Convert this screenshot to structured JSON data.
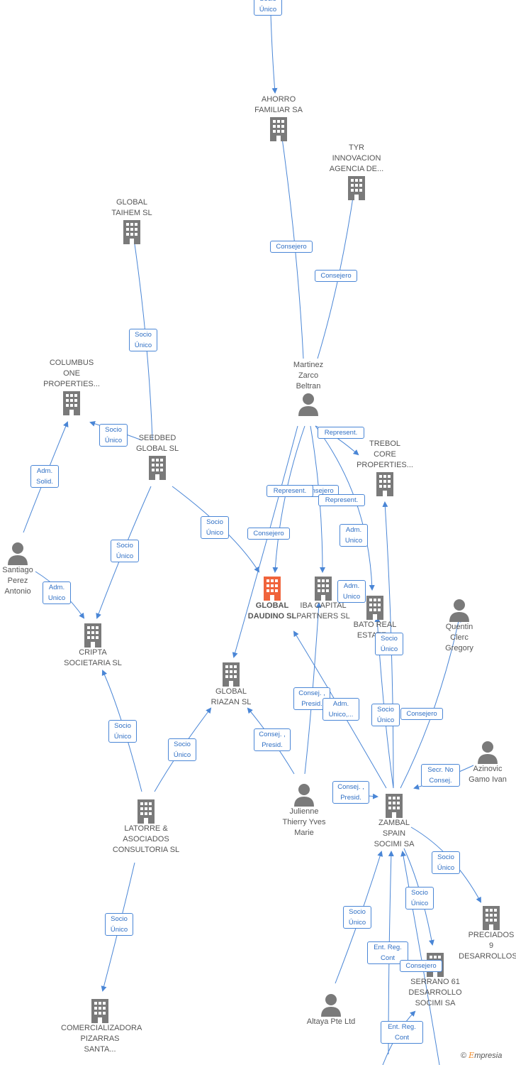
{
  "colors": {
    "edge": "#4a86d6",
    "node": "#7a7a7a",
    "main": "#f0643c",
    "badge_text": "#2f6fc4"
  },
  "nodes": [
    {
      "id": "ahorro",
      "label": "AHORRO\nFAMILIAR SA",
      "type": "company"
    },
    {
      "id": "tyr",
      "label": "TYR\nINNOVACION\nAGENCIA DE...",
      "type": "company"
    },
    {
      "id": "taihem",
      "label": "GLOBAL\nTAIHEM SL",
      "type": "company"
    },
    {
      "id": "columbus",
      "label": "COLUMBUS\nONE\nPROPERTIES...",
      "type": "company"
    },
    {
      "id": "seedbed",
      "label": "SEEDBED\nGLOBAL  SL",
      "type": "company"
    },
    {
      "id": "martinez",
      "label": "Martinez\nZarco\nBeltran",
      "type": "person"
    },
    {
      "id": "trebol",
      "label": "TREBOL\nCORE\nPROPERTIES...",
      "type": "company"
    },
    {
      "id": "santiago",
      "label": "Santiago\nPerez\nAntonio",
      "type": "person"
    },
    {
      "id": "daudino",
      "label": "GLOBAL\nDAUDINO  SL",
      "type": "main"
    },
    {
      "id": "iba",
      "label": "IBA CAPITAL\nPARTNERS  SL",
      "type": "company"
    },
    {
      "id": "bato",
      "label": "BATO REAL\nESTATE...",
      "type": "company"
    },
    {
      "id": "quentin",
      "label": "Quentin\nClerc\nGregory",
      "type": "person"
    },
    {
      "id": "cripta",
      "label": "CRIPTA\nSOCIETARIA  SL",
      "type": "company"
    },
    {
      "id": "riazan",
      "label": "GLOBAL\nRIAZAN  SL",
      "type": "company"
    },
    {
      "id": "azinovic",
      "label": "Azinovic\nGamo Ivan",
      "type": "person"
    },
    {
      "id": "latorre",
      "label": "LATORRE &\nASOCIADOS\nCONSULTORIA SL",
      "type": "company"
    },
    {
      "id": "julienne",
      "label": "Julienne\nThierry Yves\nMarie",
      "type": "person"
    },
    {
      "id": "zambal",
      "label": "ZAMBAL\nSPAIN\nSOCIMI SA",
      "type": "company"
    },
    {
      "id": "preciados",
      "label": "PRECIADOS\n9\nDESARROLLOS...",
      "type": "company"
    },
    {
      "id": "serrano",
      "label": "SERRANO 61\nDESARROLLO\nSOCIMI SA",
      "type": "company"
    },
    {
      "id": "altaya",
      "label": "Altaya Pte Ltd",
      "type": "person"
    },
    {
      "id": "comercializadora",
      "label": "COMERCIALIZADORA\nPIZARRAS\nSANTA...",
      "type": "company"
    }
  ],
  "relations": [
    {
      "id": "r_top",
      "label": "Socio\nÚnico"
    },
    {
      "id": "r_ahorro",
      "label": "Consejero"
    },
    {
      "id": "r_tyr",
      "label": "Consejero"
    },
    {
      "id": "r_taihem",
      "label": "Socio\nÚnico"
    },
    {
      "id": "r_columbus",
      "label": "Socio\nÚnico"
    },
    {
      "id": "r_adm_solid",
      "label": "Adm.\nSolid."
    },
    {
      "id": "r_trebol",
      "label": "Represent."
    },
    {
      "id": "r_consejero_hidden",
      "label": "Consejero"
    },
    {
      "id": "r_represent2",
      "label": "Represent."
    },
    {
      "id": "r_represent3",
      "label": "Represent."
    },
    {
      "id": "r_consejero_daud",
      "label": "Consejero"
    },
    {
      "id": "r_adm_unico_iba",
      "label": "Adm.\nUnico"
    },
    {
      "id": "r_adm_unico_bato",
      "label": "Adm.\nUnico"
    },
    {
      "id": "r_socio_cripta",
      "label": "Socio\nÚnico"
    },
    {
      "id": "r_socio_daud",
      "label": "Socio\nÚnico"
    },
    {
      "id": "r_adm_unico_cripta",
      "label": "Adm.\nUnico"
    },
    {
      "id": "r_socio_bato",
      "label": "Socio\nÚnico"
    },
    {
      "id": "r_consej_presid_iba",
      "label": "Consej. ,\nPresid."
    },
    {
      "id": "r_adm_unico_z",
      "label": "Adm.\nUnico,..."
    },
    {
      "id": "r_socio_trebol",
      "label": "Socio\nÚnico"
    },
    {
      "id": "r_consejero_q",
      "label": "Consejero"
    },
    {
      "id": "r_socio_latorre_cripta",
      "label": "Socio\nÚnico"
    },
    {
      "id": "r_socio_latorre_riazan",
      "label": "Socio\nÚnico"
    },
    {
      "id": "r_consej_presid_riazan",
      "label": "Consej. ,\nPresid."
    },
    {
      "id": "r_secr",
      "label": "Secr.  No\nConsej."
    },
    {
      "id": "r_consej_presid_z",
      "label": "Consej. ,\nPresid."
    },
    {
      "id": "r_socio_preciados",
      "label": "Socio\nÚnico"
    },
    {
      "id": "r_socio_serrano",
      "label": "Socio\nÚnico"
    },
    {
      "id": "r_socio_altaya",
      "label": "Socio\nÚnico"
    },
    {
      "id": "r_ent_reg1",
      "label": "Ent.  Reg.\nCont"
    },
    {
      "id": "r_consejero_serrano",
      "label": "Consejero"
    },
    {
      "id": "r_ent_reg2",
      "label": "Ent.  Reg.\nCont"
    },
    {
      "id": "r_socio_comer",
      "label": "Socio\nÚnico"
    }
  ],
  "footer": {
    "copyright": "©",
    "brand_first": "E",
    "brand_rest": "mpresia"
  }
}
